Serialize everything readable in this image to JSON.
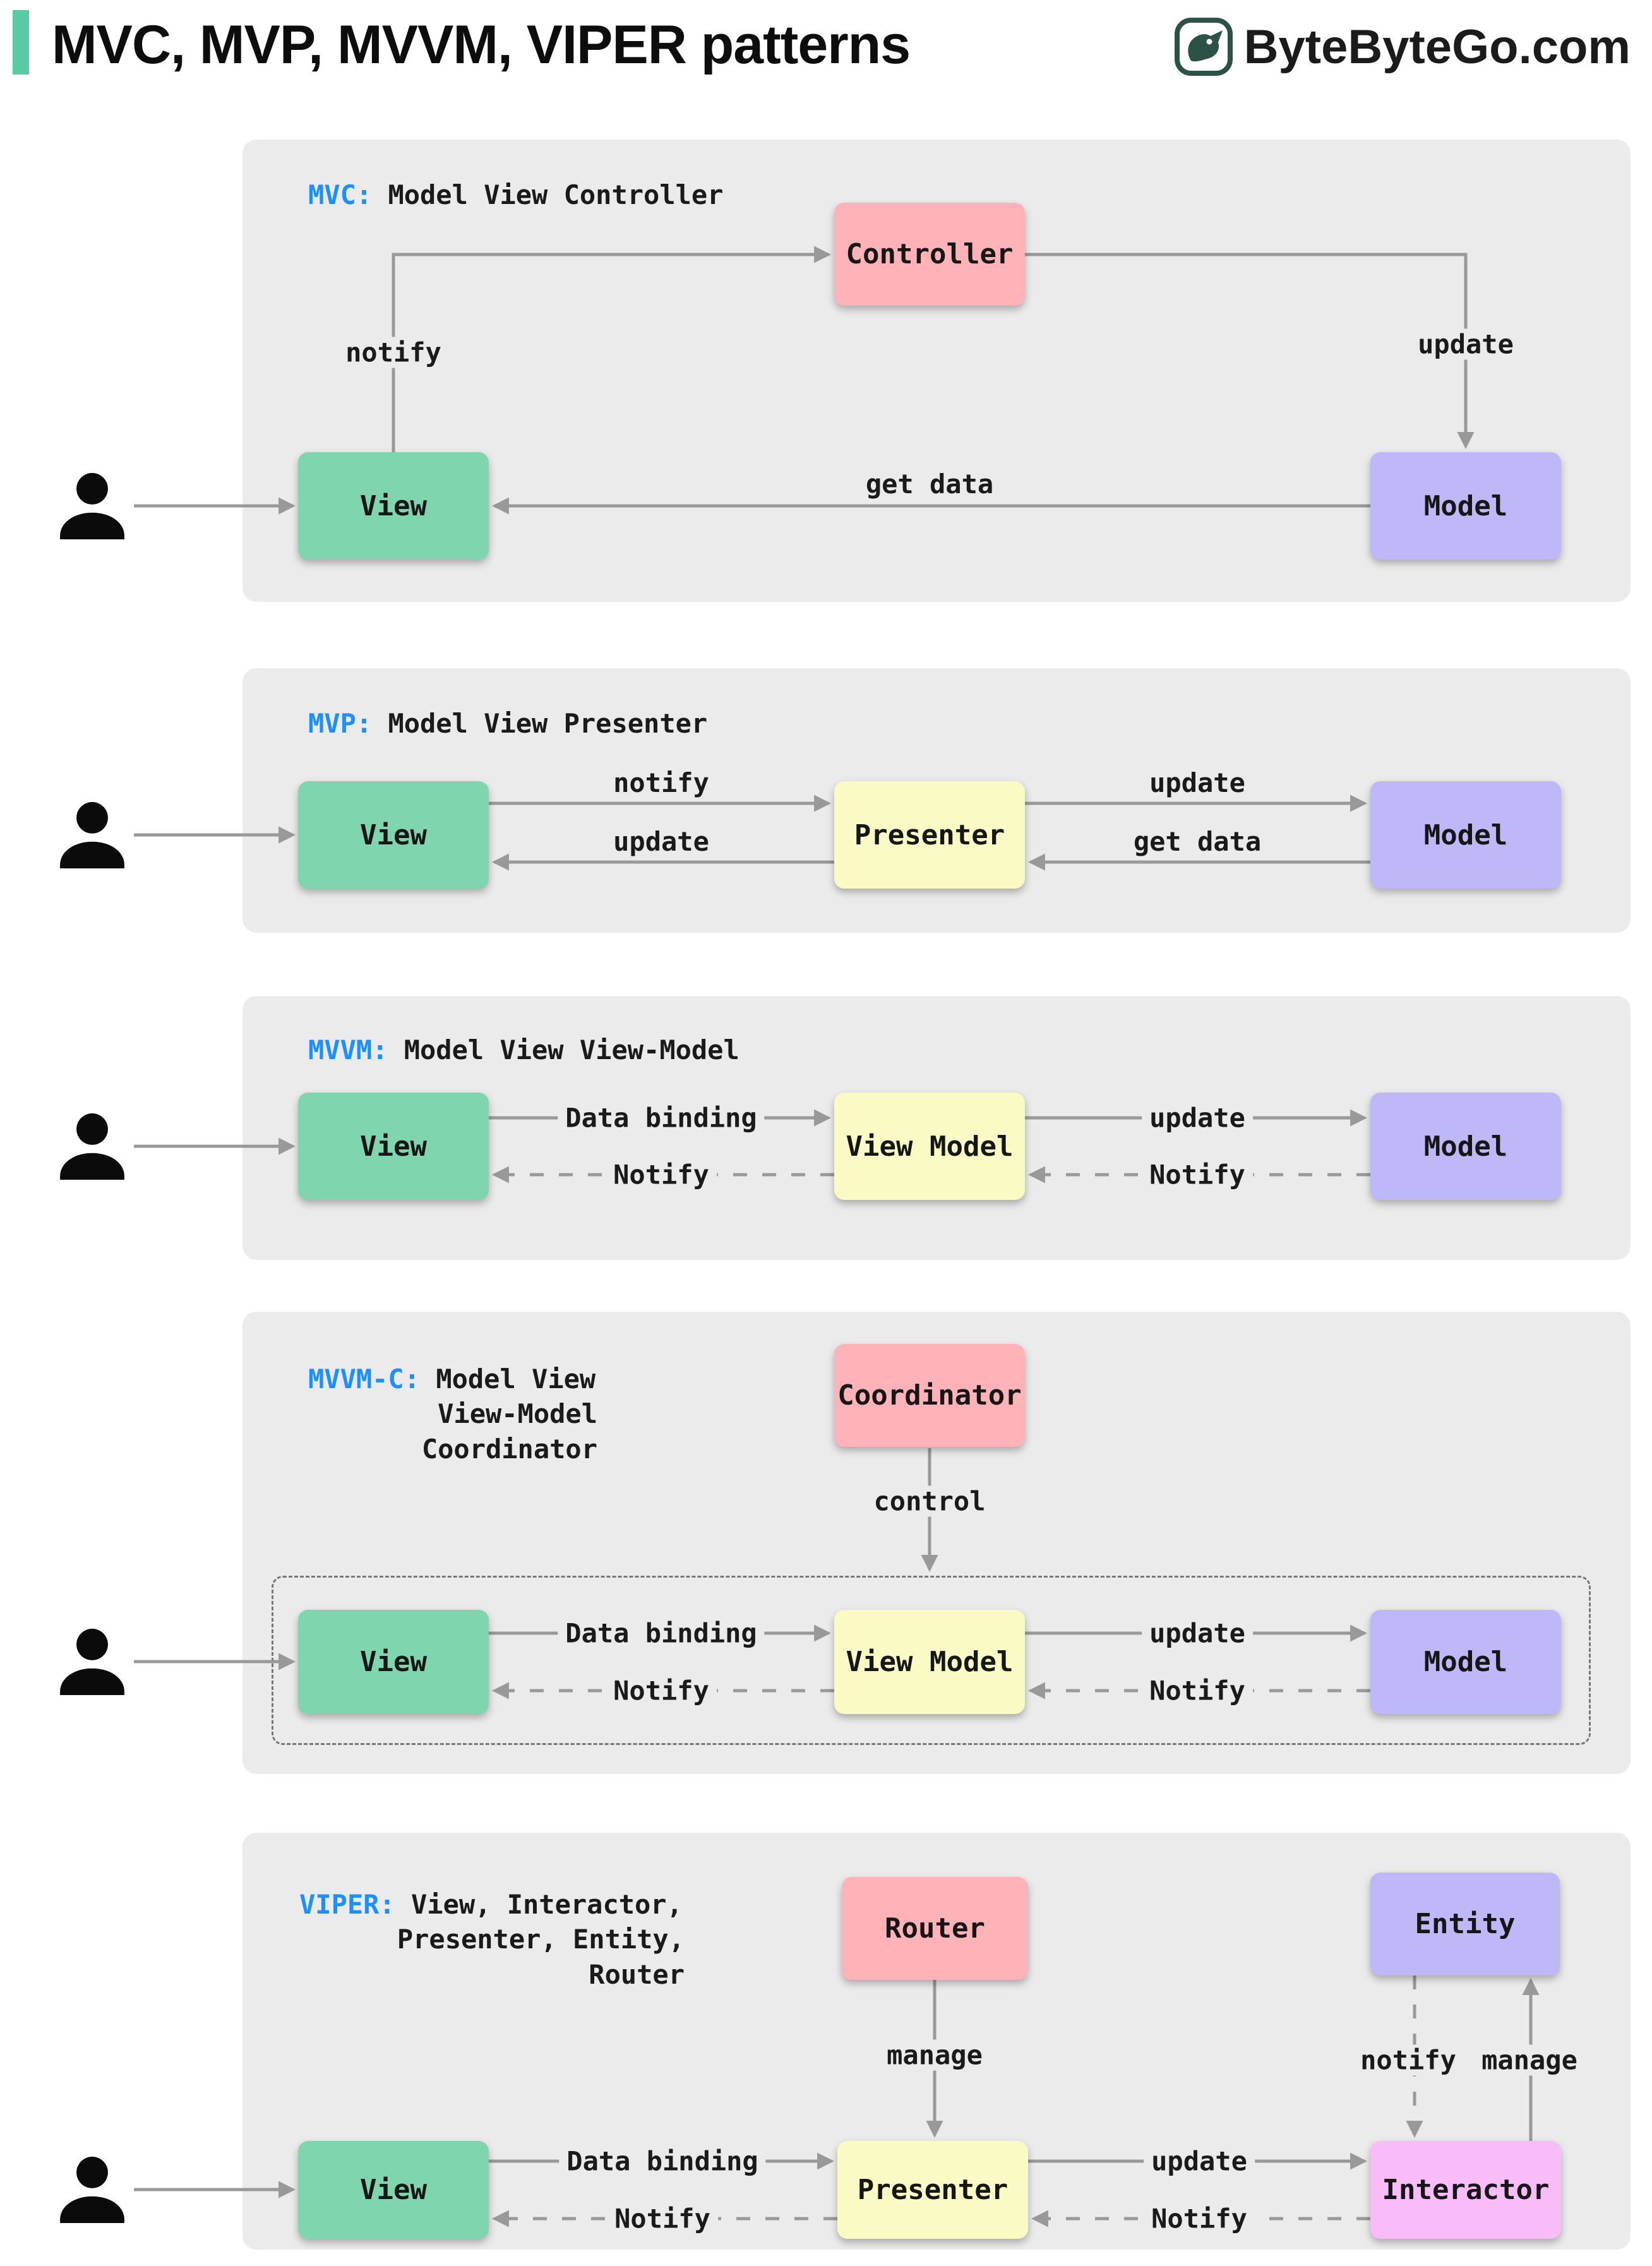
{
  "header": {
    "title": "MVC, MVP, MVVM, VIPER patterns",
    "brand": "ByteByteGo.com"
  },
  "icons": {
    "brand": "bytebytego-bird-logo",
    "person": "user-silhouette"
  },
  "colors": {
    "accent_bar": "#57CBA1",
    "tag_blue": "#1E8FFF",
    "panel_bg": "#EBEBEB",
    "arrow_gray": "#999999",
    "box_view_green": "#7FD6AE",
    "box_pink": "#FFB3B9",
    "box_purple": "#BEB7F8",
    "box_yellow": "#FAFAC5",
    "box_magenta": "#F9BCF9"
  },
  "panels": {
    "mvc": {
      "tag": "MVC:",
      "name": "Model View Controller",
      "boxes": {
        "controller": "Controller",
        "view": "View",
        "model": "Model"
      },
      "labels": {
        "notify": "notify",
        "update": "update",
        "get_data": "get data"
      }
    },
    "mvp": {
      "tag": "MVP:",
      "name": "Model View Presenter",
      "boxes": {
        "view": "View",
        "presenter": "Presenter",
        "model": "Model"
      },
      "labels": {
        "notify": "notify",
        "update_left": "update",
        "update_right": "update",
        "get_data": "get data"
      }
    },
    "mvvm": {
      "tag": "MVVM:",
      "name": "Model View View-Model",
      "boxes": {
        "view": "View",
        "view_model": "View Model",
        "model": "Model"
      },
      "labels": {
        "data_binding": "Data binding",
        "notify_left": "Notify",
        "update": "update",
        "notify_right": "Notify"
      }
    },
    "mvvmc": {
      "tag": "MVVM-C:",
      "name_line1": "Model View",
      "name_line2": "View-Model",
      "name_line3": "Coordinator",
      "boxes": {
        "coordinator": "Coordinator",
        "view": "View",
        "view_model": "View Model",
        "model": "Model"
      },
      "labels": {
        "control": "control",
        "data_binding": "Data binding",
        "notify_left": "Notify",
        "update": "update",
        "notify_right": "Notify"
      }
    },
    "viper": {
      "tag": "VIPER:",
      "name_line1": "View, Interactor,",
      "name_line2": "Presenter, Entity,",
      "name_line3": "Router",
      "boxes": {
        "router": "Router",
        "entity": "Entity",
        "view": "View",
        "presenter": "Presenter",
        "interactor": "Interactor"
      },
      "labels": {
        "manage_router": "manage",
        "notify_entity": "notify",
        "manage_entity": "manage",
        "data_binding": "Data binding",
        "notify_left": "Notify",
        "update": "update",
        "notify_right": "Notify"
      }
    }
  }
}
